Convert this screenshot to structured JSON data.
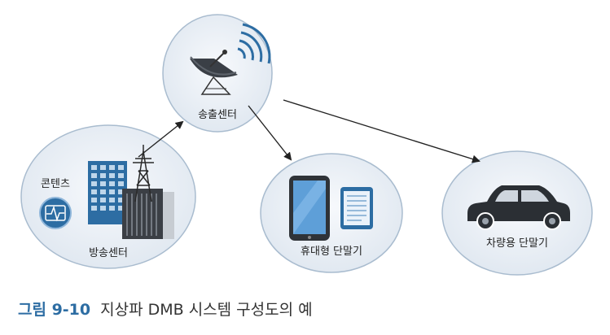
{
  "nodes": {
    "transmission": {
      "label": "송출센터"
    },
    "broadcast": {
      "label": "방송센터",
      "content_label": "콘텐츠"
    },
    "handheld": {
      "label": "휴대형 단말기"
    },
    "vehicle": {
      "label": "차량용 단말기"
    }
  },
  "caption": {
    "number": "그림 9-10",
    "title": "지상파 DMB 시스템 구성도의 예"
  },
  "colors": {
    "circle_fill": "#e8eef5",
    "circle_stroke": "#9bb0c6",
    "accent_blue": "#2d6da3",
    "arrow": "#222222"
  }
}
